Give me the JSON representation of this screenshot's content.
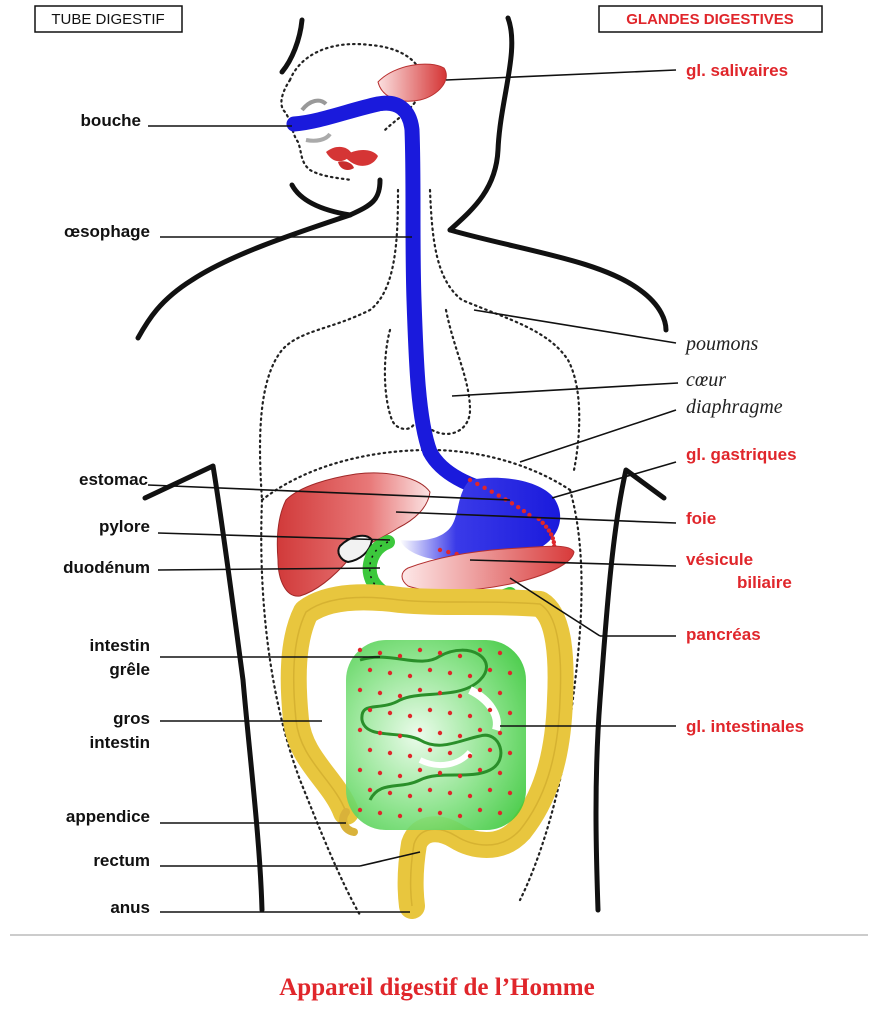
{
  "headers": {
    "tube": "TUBE DIGESTIF",
    "glands": "GLANDES  DIGESTIVES"
  },
  "labels_left": {
    "bouche": "bouche",
    "oesophage": "œsophage",
    "estomac": "estomac",
    "pylore": "pylore",
    "duodenum": "duodénum",
    "intestin_grele_1": "intestin",
    "intestin_grele_2": "grêle",
    "gros_intestin_1": "gros",
    "gros_intestin_2": "intestin",
    "appendice": "appendice",
    "rectum": "rectum",
    "anus": "anus"
  },
  "labels_right": {
    "salivaires": "gl. salivaires",
    "poumons": "poumons",
    "coeur": "cœur",
    "diaphragme": "diaphragme",
    "gastriques": "gl. gastriques",
    "foie": "foie",
    "vesicule_1": "vésicule",
    "vesicule_2": "biliaire",
    "pancreas": "pancréas",
    "intestinales": "gl. intestinales"
  },
  "caption": "Appareil digestif de l’Homme",
  "colors": {
    "digestive_tube": "#1a1adc",
    "glands_red": "#e0262b",
    "small_intestine": "#4ed34e",
    "large_intestine": "#e8c63e",
    "liver": "#d94a4a"
  }
}
